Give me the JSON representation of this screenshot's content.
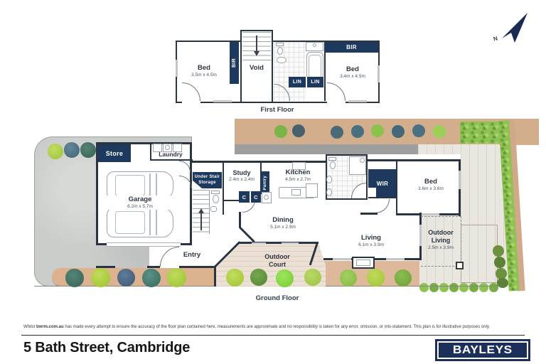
{
  "compass": {
    "label": "N"
  },
  "first_floor": {
    "caption": "First Floor",
    "rooms": {
      "bed_left": {
        "name": "Bed",
        "dims": "3.5m x 4.5m"
      },
      "bir_left": {
        "label": "BIR"
      },
      "void": {
        "label": "Void"
      },
      "lin_1": {
        "label": "LIN"
      },
      "lin_2": {
        "label": "LIN"
      },
      "bir_right": {
        "label": "BIR"
      },
      "bed_right": {
        "name": "Bed",
        "dims": "3.4m x 4.5m"
      }
    }
  },
  "ground_floor": {
    "caption": "Ground Floor",
    "rooms": {
      "store": {
        "label": "Store"
      },
      "laundry": {
        "label": "Laundry"
      },
      "garage": {
        "name": "Garage",
        "dims": "6.2m x 5.7m"
      },
      "under_stair": {
        "line1": "Under Stair",
        "line2": "Storage"
      },
      "study": {
        "name": "Study",
        "dims": "2.4m x 2.4m"
      },
      "pantry": {
        "label": "Pantry"
      },
      "cupboard_1": {
        "label": "C"
      },
      "cupboard_2": {
        "label": "C"
      },
      "kitchen": {
        "name": "Kitchen",
        "dims": "4.5m x 2.7m"
      },
      "wir": {
        "label": "WIR"
      },
      "bed": {
        "name": "Bed",
        "dims": "3.6m x 3.8m"
      },
      "dining": {
        "name": "Dining",
        "dims": "5.1m x 2.9m"
      },
      "living": {
        "name": "Living",
        "dims": "6.1m x 3.9m"
      },
      "entry": {
        "label": "Entry"
      },
      "outdoor_court": {
        "line1": "Outdoor",
        "line2": "Court"
      },
      "outdoor_living": {
        "line1": "Outdoor",
        "line2": "Living",
        "dims": "2.5m x 3.9m"
      }
    }
  },
  "footer": {
    "disclaimer_prefix": "Whilst ",
    "disclaimer_bold": "bwrm.com.au",
    "disclaimer_rest": " has made every attempt to ensure the accuracy of the floor plan contained here, measurements are approximate and no responsibility is taken for any error, omission, or mis-statement. This plan is for illustrative purposes only.",
    "address": "5 Bath Street, Cambridge",
    "logo_text": "BAYLEYS"
  },
  "colors": {
    "navy": "#1d3a5e",
    "wall": "#2b3442",
    "logo_navy": "#1b2f5a"
  }
}
